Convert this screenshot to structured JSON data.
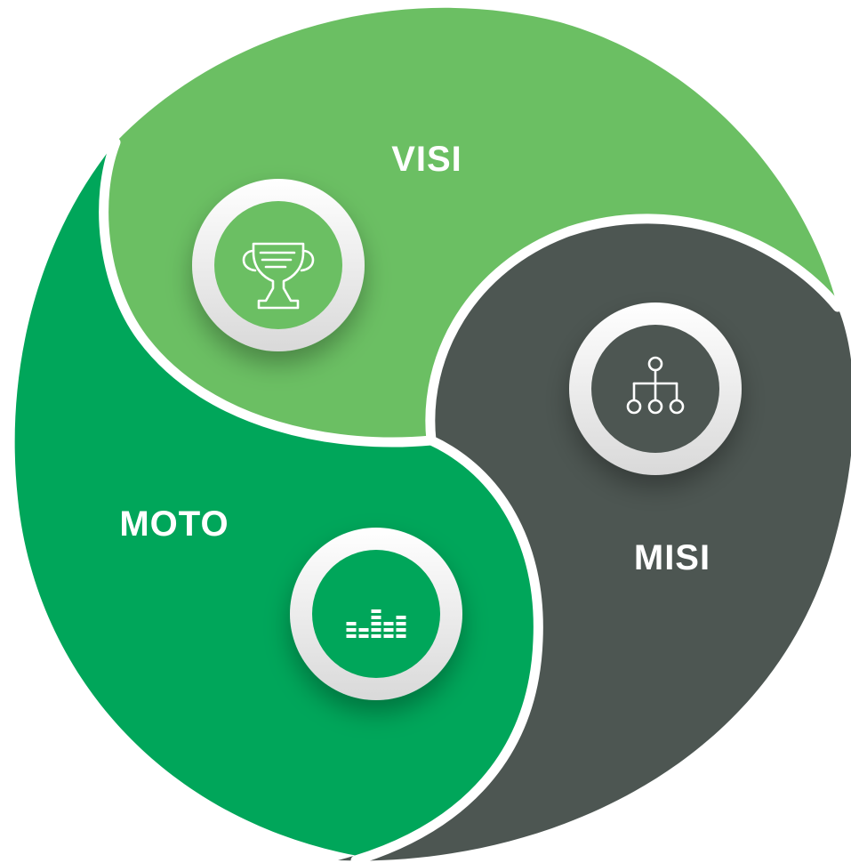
{
  "diagram": {
    "segments": [
      {
        "id": "visi",
        "label": "VISI",
        "color": "#6BBF63",
        "icon": "trophy-icon"
      },
      {
        "id": "misi",
        "label": "MISI",
        "color": "#4D5652",
        "icon": "hierarchy-icon"
      },
      {
        "id": "moto",
        "label": "MOTO",
        "color": "#00A65A",
        "icon": "equalizer-icon"
      }
    ],
    "divider_color": "#FFFFFF",
    "badge_ring_color": "#F2F2F2"
  }
}
